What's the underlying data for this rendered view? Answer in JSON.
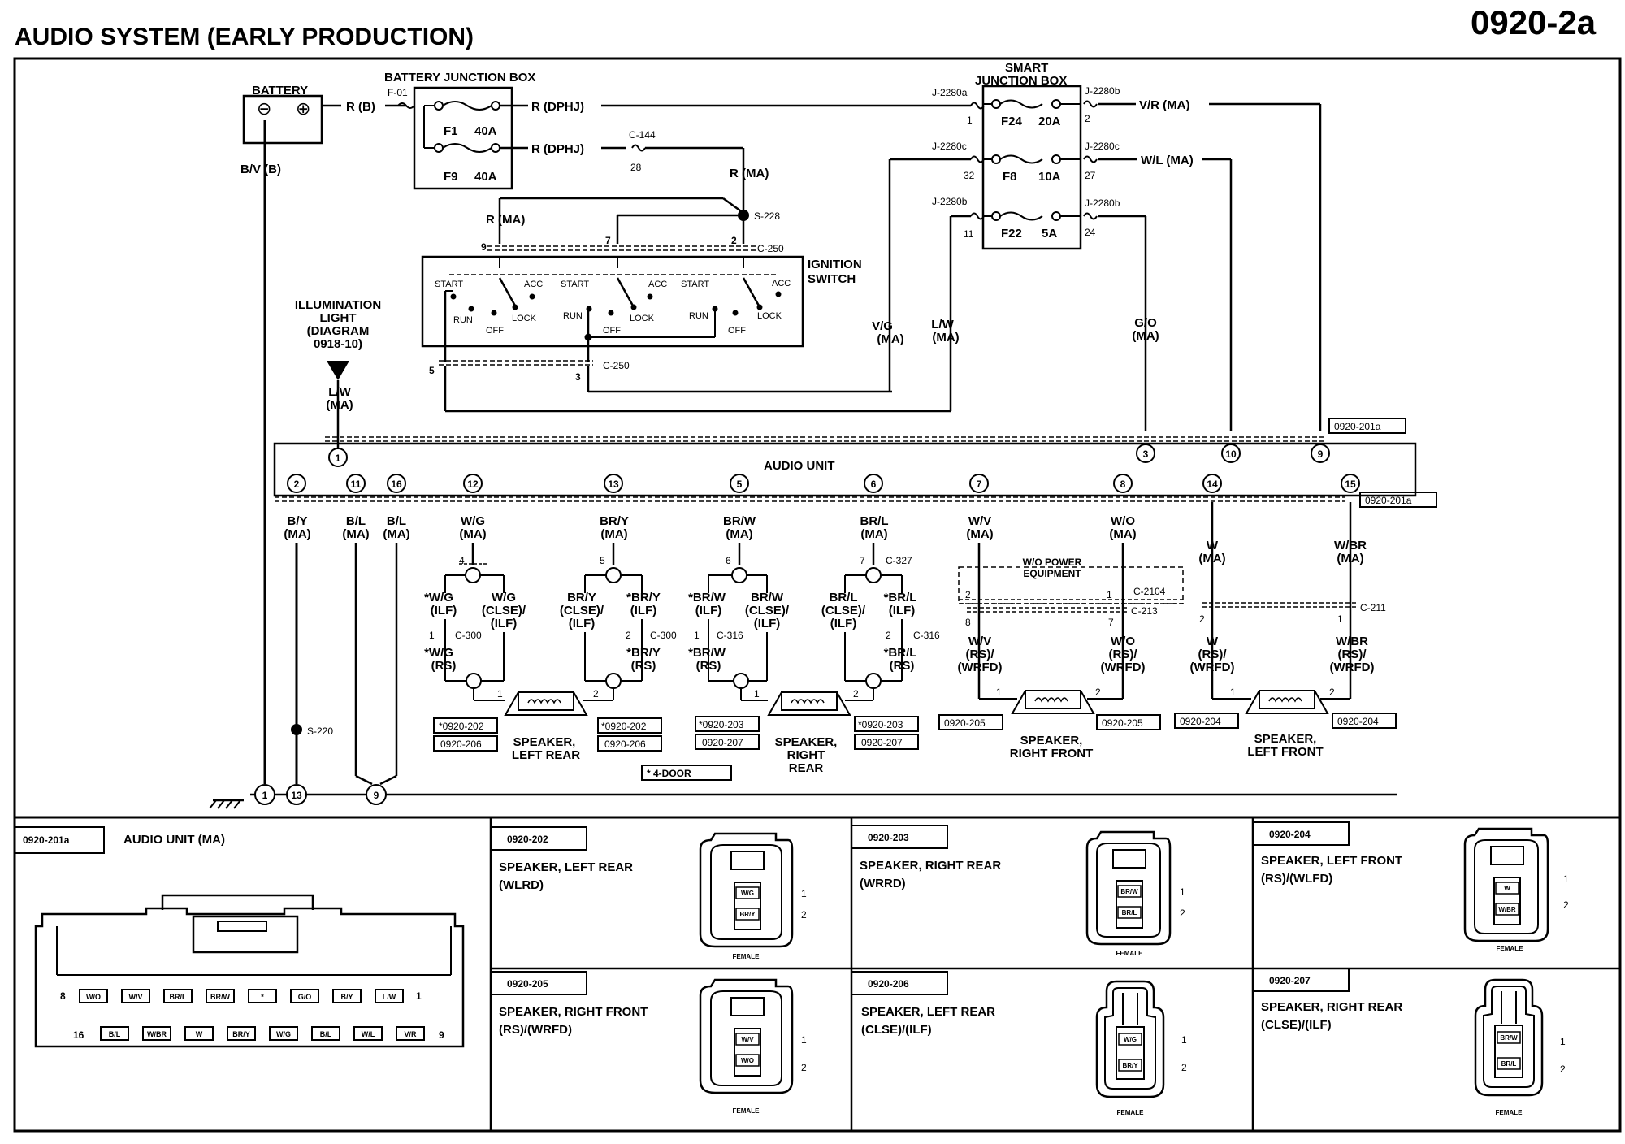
{
  "page": {
    "title": "AUDIO SYSTEM (EARLY PRODUCTION)",
    "code": "0920-2a"
  },
  "battery": {
    "label": "BATTERY",
    "neg": "⊖",
    "pos": "⊕",
    "pos_wire": "R (B)",
    "neg_wire": "B/V (B)"
  },
  "battery_junction_box": {
    "label": "BATTERY JUNCTION BOX",
    "connector": "F-01",
    "fuses": [
      {
        "name": "F1",
        "rating": "40A",
        "wire": "R (DPHJ)"
      },
      {
        "name": "F9",
        "rating": "40A",
        "wire": "R (DPHJ)"
      }
    ],
    "c144": "C-144",
    "c144_pin": "28",
    "r_ma": "R (MA)",
    "splice": "S-228"
  },
  "smart_junction_box": {
    "label_1": "SMART",
    "label_2": "JUNCTION BOX",
    "fuses": [
      {
        "name": "F24",
        "rating": "20A",
        "in_conn": "J-2280a",
        "in_pin": "1",
        "out_conn": "J-2280b",
        "out_pin": "2",
        "wire": "V/R (MA)"
      },
      {
        "name": "F8",
        "rating": "10A",
        "in_conn": "J-2280c",
        "in_pin": "32",
        "out_conn": "J-2280c",
        "out_pin": "27",
        "wire": "W/L (MA)"
      },
      {
        "name": "F22",
        "rating": "5A",
        "in_conn": "J-2280b",
        "in_pin": "11",
        "out_conn": "J-2280b",
        "out_pin": "24",
        "wire": ""
      }
    ],
    "vg": "V/G",
    "vg_ma": "(MA)",
    "lw": "L/W",
    "lw_ma": "(MA)",
    "go": "G/O",
    "go_ma": "(MA)"
  },
  "ignition_switch": {
    "label_1": "IGNITION",
    "label_2": "SWITCH",
    "r_ma": "R (MA)",
    "c250": "C-250",
    "pins_top": [
      "9",
      "7",
      "2"
    ],
    "pins_bottom": [
      "5",
      "3"
    ],
    "positions": [
      "START",
      "ACC",
      "RUN",
      "LOCK",
      "OFF"
    ]
  },
  "illumination": {
    "lines": [
      "ILLUMINATION",
      "LIGHT",
      "(DIAGRAM",
      "0918-10)"
    ],
    "wire_1": "L/W",
    "wire_2": "(MA)"
  },
  "audio_unit": {
    "label": "AUDIO UNIT",
    "ref": "0920-201a",
    "top_pins": [
      "1",
      "3",
      "10",
      "9"
    ],
    "bottom_pins": [
      {
        "pin": "2",
        "w1": "B/Y",
        "w2": "(MA)"
      },
      {
        "pin": "11",
        "w1": "B/L",
        "w2": "(MA)"
      },
      {
        "pin": "16",
        "w1": "B/L",
        "w2": "(MA)"
      },
      {
        "pin": "12",
        "w1": "W/G",
        "w2": "(MA)"
      },
      {
        "pin": "13",
        "w1": "BR/Y",
        "w2": "(MA)"
      },
      {
        "pin": "5",
        "w1": "BR/W",
        "w2": "(MA)"
      },
      {
        "pin": "6",
        "w1": "BR/L",
        "w2": "(MA)"
      },
      {
        "pin": "7",
        "w1": "W/V",
        "w2": "(MA)"
      },
      {
        "pin": "8",
        "w1": "W/O",
        "w2": "(MA)"
      },
      {
        "pin": "14",
        "w1": "W",
        "w2": "(MA)"
      },
      {
        "pin": "15",
        "w1": "W/BR",
        "w2": "(MA)"
      }
    ]
  },
  "c327": "C-327",
  "c300": "C-300",
  "c316": "C-316",
  "c213": "C-213",
  "c211": "C-211",
  "c2104": "C-2104",
  "s220": "S-220",
  "wo_power_1": "W/O POWER",
  "wo_power_2": "EQUIPMENT",
  "four_door": "* 4-DOOR",
  "speakers": {
    "left_rear": {
      "l1": "SPEAKER,",
      "l2": "LEFT REAR",
      "ref1": "*0920-202",
      "ref2": "0920-206",
      "ref3": "*0920-202",
      "ref4": "0920-206"
    },
    "right_rear": {
      "l1": "SPEAKER,",
      "l2": "RIGHT",
      "l3": "REAR",
      "ref1": "*0920-203",
      "ref2": "0920-207",
      "ref3": "*0920-203",
      "ref4": "0920-207"
    },
    "right_front": {
      "l1": "SPEAKER,",
      "l2": "RIGHT FRONT",
      "ref1": "0920-205",
      "ref2": "0920-205"
    },
    "left_front": {
      "l1": "SPEAKER,",
      "l2": "LEFT FRONT",
      "ref1": "0920-204",
      "ref2": "0920-204"
    }
  },
  "branches": {
    "lr_a1": "*W/G",
    "lr_a2": "(ILF)",
    "lr_b1": "W/G",
    "lr_b2": "(CLSE)/",
    "lr_b3": "(ILF)",
    "lr_c1": "*W/G",
    "lr_c2": "(RS)",
    "lr2_a1": "BR/Y",
    "lr2_a2": "(CLSE)/",
    "lr2_a3": "(ILF)",
    "lr2_b1": "*BR/Y",
    "lr2_b2": "(ILF)",
    "lr2_c1": "*BR/Y",
    "lr2_c2": "(RS)",
    "rr_a1": "*BR/W",
    "rr_a2": "(ILF)",
    "rr_b1": "BR/W",
    "rr_b2": "(CLSE)/",
    "rr_b3": "(ILF)",
    "rr_c1": "*BR/W",
    "rr_c2": "(RS)",
    "rr2_a1": "BR/L",
    "rr2_a2": "(CLSE)/",
    "rr2_a3": "(ILF)",
    "rr2_b1": "*BR/L",
    "rr2_b2": "(ILF)",
    "rr2_c1": "*BR/L",
    "rr2_c2": "(RS)",
    "rf_a1": "W/V",
    "rf_a2": "(RS)/",
    "rf_a3": "(WRFD)",
    "rf_b1": "W/O",
    "rf_b2": "(RS)/",
    "rf_b3": "(WRFD)",
    "lf_a1": "W",
    "lf_a2": "(RS)/",
    "lf_a3": "(WRFD)",
    "lf_b1": "W/BR",
    "lf_b2": "(RS)/",
    "lf_b3": "(WRFD)"
  },
  "connector_views": {
    "audio_unit": {
      "ref": "0920-201a",
      "title": "AUDIO UNIT (MA)",
      "row1_left": "8",
      "row1_right": "1",
      "row2_left": "16",
      "row2_right": "9",
      "row1": [
        "W/O",
        "W/V",
        "BR/L",
        "BR/W",
        "*",
        "G/O",
        "B/Y",
        "L/W"
      ],
      "row2": [
        "B/L",
        "W/BR",
        "W",
        "BR/Y",
        "W/G",
        "B/L",
        "W/L",
        "V/R"
      ]
    },
    "cells": [
      {
        "ref": "0920-202",
        "t1": "SPEAKER, LEFT REAR",
        "t2": "(WLRD)",
        "c1": "W/G",
        "c2": "BR/Y",
        "p1": "1",
        "p2": "2",
        "gender": "FEMALE"
      },
      {
        "ref": "0920-203",
        "t1": "SPEAKER, RIGHT REAR",
        "t2": "(WRRD)",
        "c1": "BR/W",
        "c2": "BR/L",
        "p1": "1",
        "p2": "2",
        "gender": "FEMALE"
      },
      {
        "ref": "0920-204",
        "t1": "SPEAKER, LEFT FRONT",
        "t2": "(RS)/(WLFD)",
        "c1": "W",
        "c2": "W/BR",
        "p1": "1",
        "p2": "2",
        "gender": "FEMALE"
      },
      {
        "ref": "0920-205",
        "t1": "SPEAKER, RIGHT FRONT",
        "t2": "(RS)/(WRFD)",
        "c1": "W/V",
        "c2": "W/O",
        "p1": "1",
        "p2": "2",
        "gender": "FEMALE"
      },
      {
        "ref": "0920-206",
        "t1": "SPEAKER, LEFT REAR",
        "t2": "(CLSE)/(ILF)",
        "c1": "W/G",
        "c2": "BR/Y",
        "p1": "1",
        "p2": "2",
        "gender": "FEMALE"
      },
      {
        "ref": "0920-207",
        "t1": "SPEAKER, RIGHT REAR",
        "t2": "(CLSE)/(ILF)",
        "c1": "BR/W",
        "c2": "BR/L",
        "p1": "1",
        "p2": "2",
        "gender": "FEMALE"
      }
    ]
  },
  "ground": {
    "p1": "1",
    "p2": "13",
    "p3": "9"
  }
}
